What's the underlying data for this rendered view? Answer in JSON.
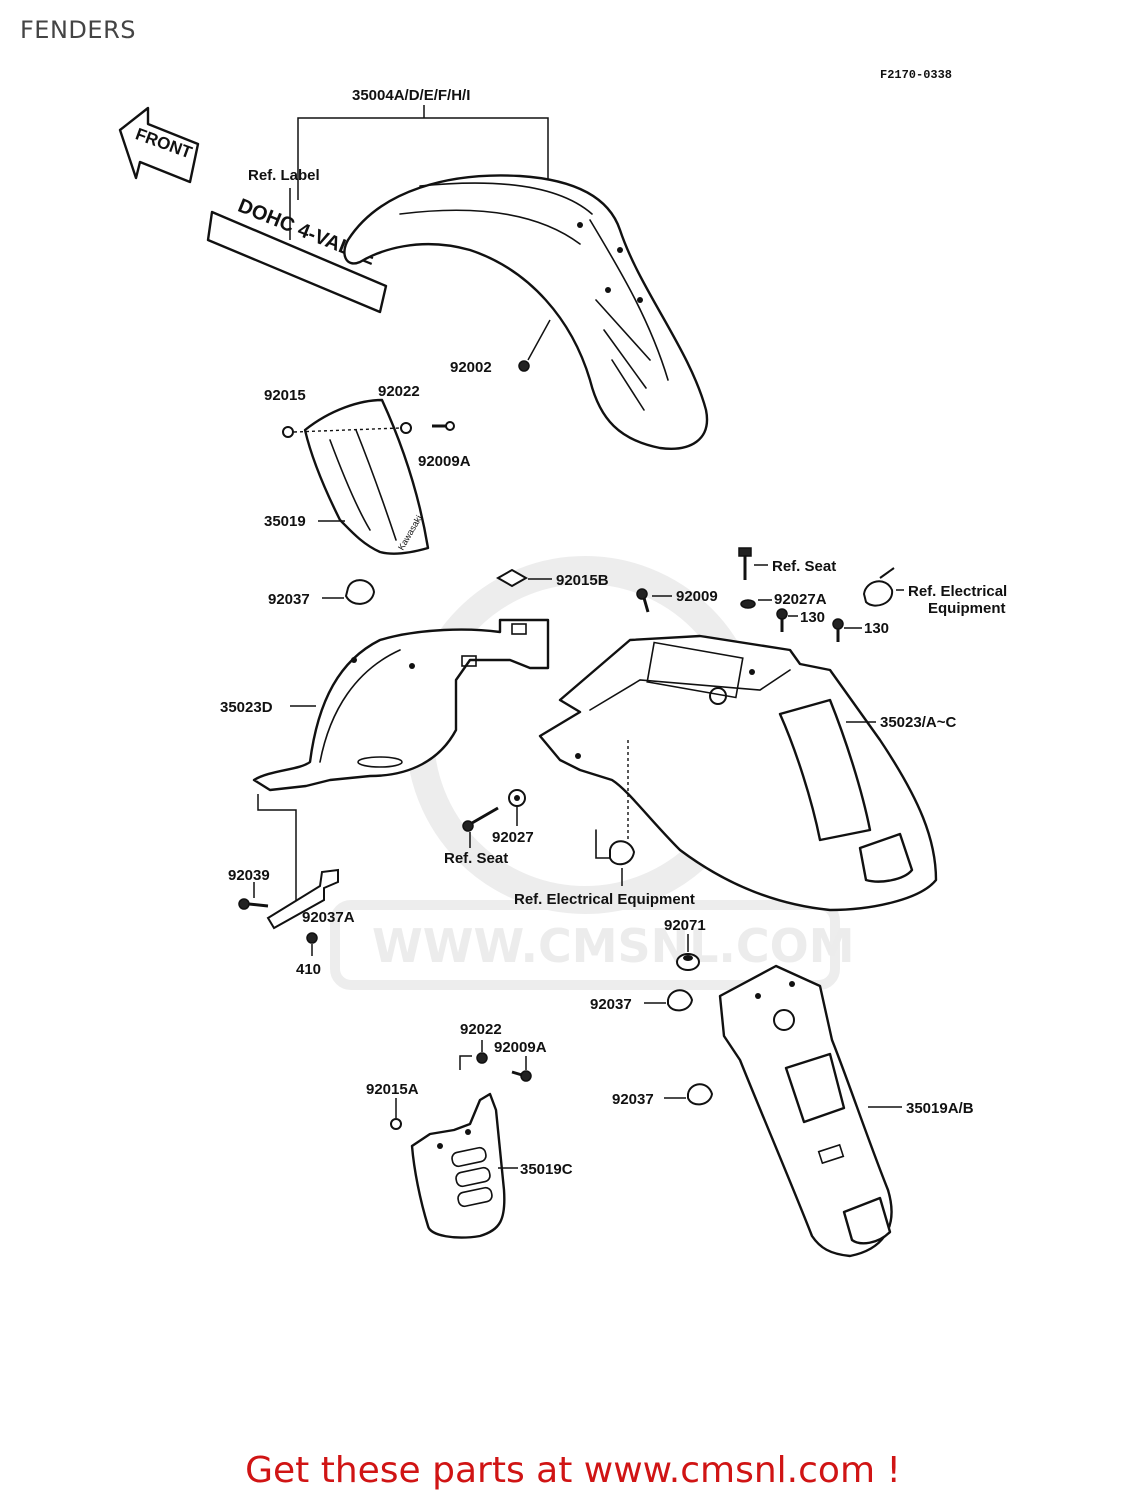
{
  "page_title": "FENDERS",
  "figure_code": "F2170-0338",
  "watermark": "WWW.CMSNL.COM",
  "footer_link": "Get these parts at www.cmsnl.com !",
  "front_arrow": {
    "text": "FRONT",
    "icon": "front-arrow-icon"
  },
  "label_decal_text": "DOHC 4-VALVE",
  "shield_brand_text": "Kawasaki",
  "callouts": {
    "c35004": "35004A/D/E/F/H/I",
    "ref_label": "Ref. Label",
    "c92002": "92002",
    "c92015": "92015",
    "c92022_top": "92022",
    "c92009A_top": "92009A",
    "c35019": "35019",
    "c92037_left": "92037",
    "c92015B": "92015B",
    "c92009": "92009",
    "ref_seat_top": "Ref. Seat",
    "c92027A": "92027A",
    "c130_a": "130",
    "c130_b": "130",
    "ref_elec_1": "Ref. Electrical",
    "ref_elec_2": "Equipment",
    "c35023D": "35023D",
    "c35023AC": "35023/A~C",
    "c92027": "92027",
    "ref_seat_mid": "Ref. Seat",
    "ref_elec_full": "Ref. Electrical Equipment",
    "c92039": "92039",
    "c92037A": "92037A",
    "c410": "410",
    "c92071": "92071",
    "c92037_mid": "92037",
    "c92022_bottom": "92022",
    "c92009A_bottom": "92009A",
    "c92015A": "92015A",
    "c92037_low": "92037",
    "c35019AB": "35019A/B",
    "c35019C": "35019C"
  }
}
